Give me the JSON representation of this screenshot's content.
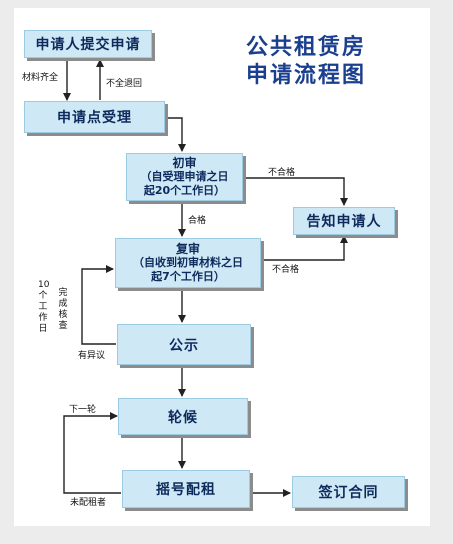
{
  "title": {
    "line1": "公共租赁房",
    "line2": "申请流程图"
  },
  "nodes": {
    "submit": "申请人提交申请",
    "accept": "申请点受理",
    "first_review": {
      "line1": "初审",
      "line2": "（自受理申请之日",
      "line3": "起20个工作日）"
    },
    "notify": "告知申请人",
    "second_review": {
      "line1": "复审",
      "line2": "（自收到初审材料之日",
      "line3": "起7个工作日）"
    },
    "publicity": "公示",
    "waiting": "轮候",
    "lottery": "摇号配租",
    "contract": "签订合同"
  },
  "edges": {
    "materials_complete": "材料齐全",
    "incomplete_returned": "不全退回",
    "pass": "合格",
    "fail_first": "不合格",
    "fail_second": "不合格",
    "objection": "有异议",
    "recheck_days": "10个工作日",
    "recheck_done": "完成核查",
    "next_round": "下一轮",
    "not_allocated": "未配租者"
  },
  "colors": {
    "box_fill": "#cfe8f5",
    "box_text": "#0d2a5c",
    "title": "#1b3f8f",
    "line": "#222222"
  }
}
